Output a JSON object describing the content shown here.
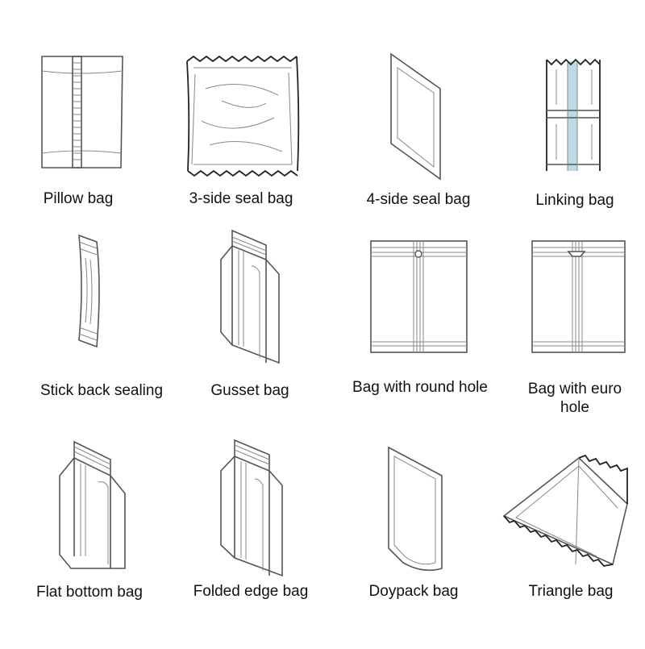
{
  "items": [
    {
      "label": "Pillow bag"
    },
    {
      "label": "3-side seal bag"
    },
    {
      "label": "4-side seal bag"
    },
    {
      "label": "Linking bag"
    },
    {
      "label": "Stick back sealing"
    },
    {
      "label": "Gusset bag"
    },
    {
      "label": "Bag with round hole"
    },
    {
      "label": "Bag with euro hole"
    },
    {
      "label": "Flat bottom bag"
    },
    {
      "label": "Folded edge bag"
    },
    {
      "label": "Doypack bag"
    },
    {
      "label": "Triangle bag"
    }
  ],
  "colors": {
    "outline": "#555555",
    "text": "#111111",
    "background": "#ffffff",
    "linking_seal": "#bcd9e4"
  }
}
